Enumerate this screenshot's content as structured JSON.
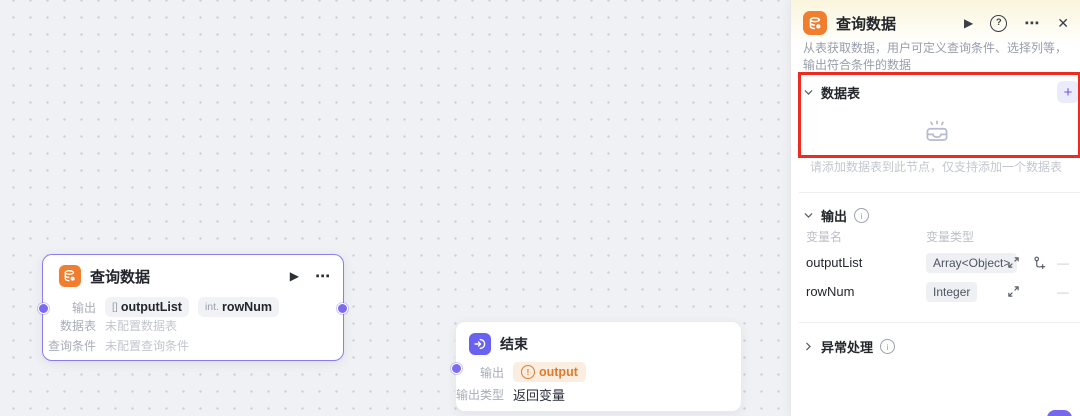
{
  "colors": {
    "node_icon_orange": "#F07E2E",
    "end_icon_purple": "#6961F0",
    "selected_border_purple": "#8B7CEF",
    "port_purple": "#7C6AF0",
    "highlight_red": "#EE2B20",
    "warning_orange": "#E07A2C",
    "panel_header_yellow": "#FBF5DC"
  },
  "icons": {
    "play": "▶",
    "more": "⋯",
    "close": "✕",
    "help": "?",
    "info": "i",
    "plus": "+",
    "minus": "—"
  },
  "canvas": {
    "query_node": {
      "title": "查询数据",
      "output_row": {
        "label": "输出",
        "badges": [
          {
            "type_prefix": "[]",
            "name": "outputList"
          },
          {
            "type_prefix": "int.",
            "name": "rowNum"
          }
        ]
      },
      "datatable_row": {
        "label": "数据表",
        "value": "未配置数据表"
      },
      "condition_row": {
        "label": "查询条件",
        "value": "未配置查询条件"
      }
    },
    "end_node": {
      "title": "结束",
      "output_row": {
        "label": "输出",
        "badge": "output"
      },
      "type_row": {
        "label": "输出类型",
        "value": "返回变量"
      }
    }
  },
  "panel": {
    "title": "查询数据",
    "description": "从表获取数据，用户可定义查询条件、选择列等，输出符合条件的数据",
    "datatable": {
      "title": "数据表",
      "empty_hint": "请添加数据表到此节点，仅支持添加一个数据表"
    },
    "output": {
      "title": "输出",
      "columns": {
        "name": "变量名",
        "type": "变量类型"
      },
      "rows": [
        {
          "name": "outputList",
          "type": "Array<Object>"
        },
        {
          "name": "rowNum",
          "type": "Integer"
        }
      ]
    },
    "exception": {
      "title": "异常处理"
    }
  }
}
